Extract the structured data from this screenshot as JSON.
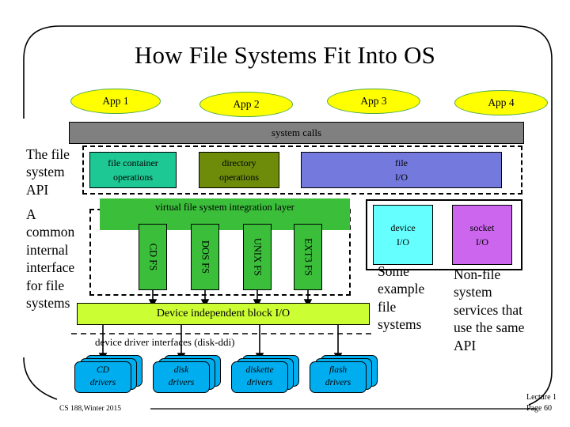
{
  "slide": {
    "title": "How File Systems Fit Into OS",
    "apps": [
      {
        "label": "App 1"
      },
      {
        "label": "App 2"
      },
      {
        "label": "App 3"
      },
      {
        "label": "App 4"
      }
    ],
    "syscalls_label": "system calls",
    "api_blocks": [
      {
        "label": "file container\noperations",
        "line1": "file container",
        "line2": "operations",
        "color": "#1EC894"
      },
      {
        "label": "directory operations",
        "line1": "directory",
        "line2": "operations",
        "color": "#6E8C0A"
      },
      {
        "label": "file I/O",
        "line1": "file",
        "line2": "I/O",
        "color": "#7479DE"
      }
    ],
    "vfs_label": "virtual file system integration layer",
    "filesystems": [
      {
        "label": "CD FS"
      },
      {
        "label": "DOS FS"
      },
      {
        "label": "UNIX FS"
      },
      {
        "label": "EXT3 FS"
      }
    ],
    "io_blocks": [
      {
        "line1": "device",
        "line2": "I/O",
        "color": "#66FFFF"
      },
      {
        "line1": "socket",
        "line2": "I/O",
        "color": "#CC66EE"
      }
    ],
    "block_io_label": "Device independent block I/O",
    "ddi_label": "device driver interfaces (disk-ddi)",
    "drivers": [
      {
        "line1": "CD",
        "line2": "drivers"
      },
      {
        "line1": "disk",
        "line2": "drivers"
      },
      {
        "line1": "diskette",
        "line2": "drivers"
      },
      {
        "line1": "flash",
        "line2": "drivers"
      }
    ],
    "left_text_a": "The file system API",
    "left_text_b": "A common internal interface for file systems",
    "right_text_a": "Some example file systems",
    "right_text_b": "Non-file system services that use the same API",
    "footer_left": "CS 188,Winter 2015",
    "footer_lecture": "Lecture 1",
    "footer_page": "Page 60"
  },
  "colors": {
    "app_fill": "#FFFF00",
    "app_stroke": "#4FA845",
    "syscalls": "#808080",
    "vfs_green": "#3BBF3B",
    "block_io": "#CCFF33",
    "driver_blue": "#00AEEF"
  }
}
